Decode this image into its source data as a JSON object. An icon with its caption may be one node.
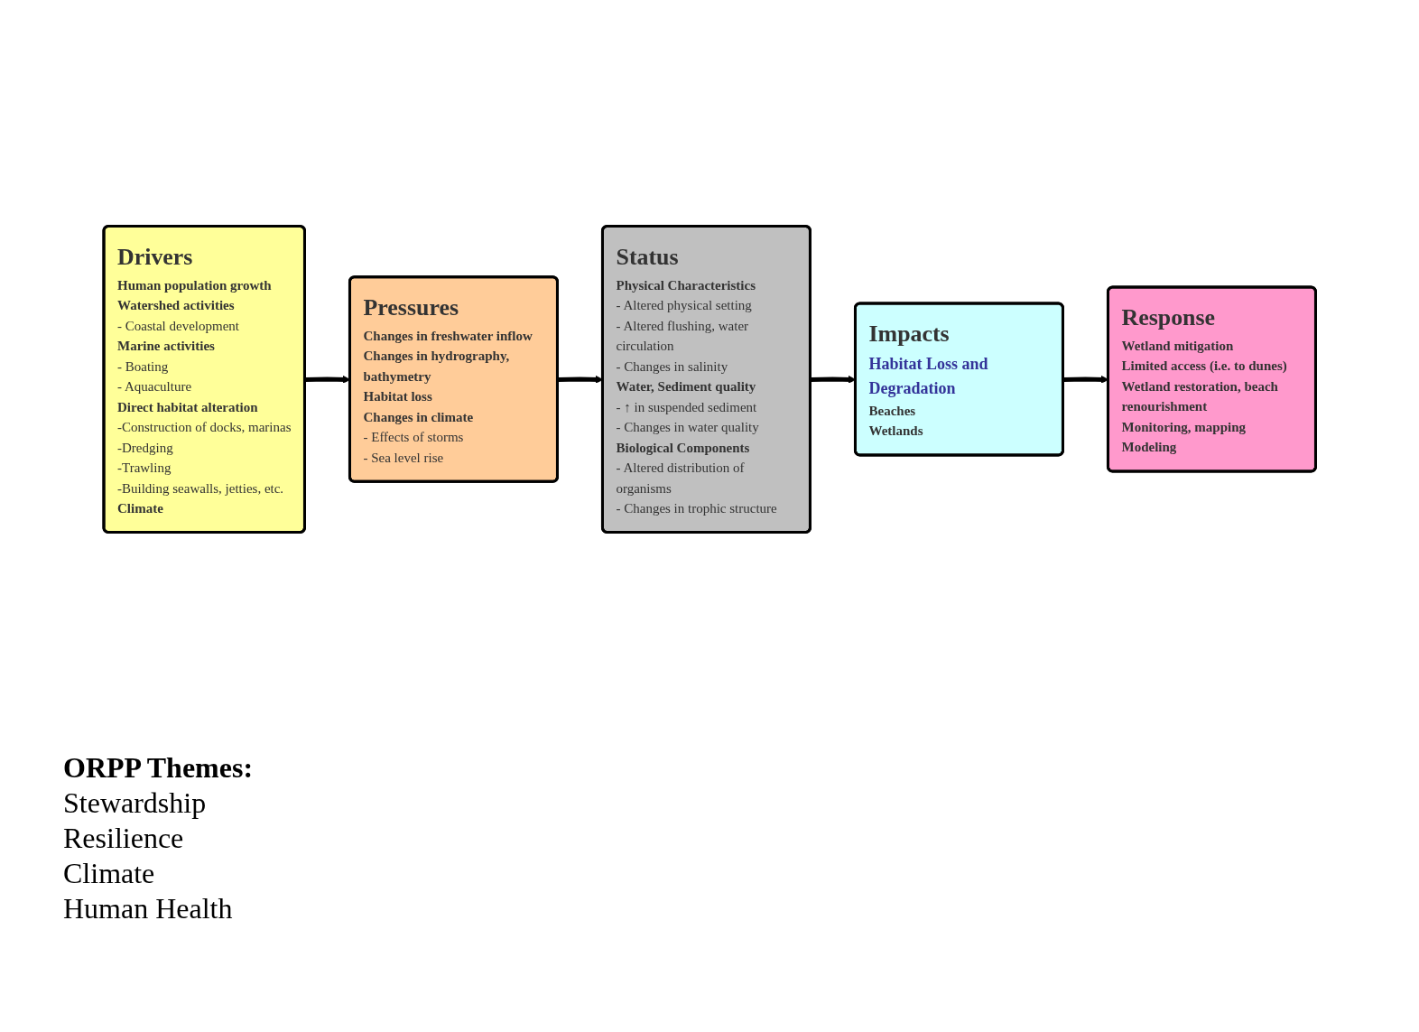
{
  "diagram": {
    "nodes": [
      {
        "text": [
          "Drivers",
          "Human population growth",
          "Watershed activities",
          "- Coastal development",
          "Marine activities",
          "- Boating",
          "- Aquaculture",
          "Direct habitat alteration",
          "-Construction of docks, marinas",
          "-Dredging",
          "-Trawling",
          "-Building seawalls, jetties, etc.",
          "Climate"
        ]
      },
      {
        "text": [
          "Pressures",
          "Changes in freshwater inflow",
          "Changes in hydrography, bathymetry",
          "Habitat loss",
          "Changes in climate",
          "- Effects of storms",
          "- Sea level rise"
        ]
      },
      {
        "text": [
          "Status",
          "Physical Characteristics",
          "- Altered physical setting",
          "- Altered flushing, water circulation",
          "- Changes in salinity",
          "Water, Sediment quality",
          "- ↑ in suspended sediment",
          "- Changes in water quality",
          "Biological Components",
          "- Altered distribution of organisms",
          "- Changes in trophic structure"
        ]
      },
      {
        "text": [
          "Impacts",
          "Habitat Loss and Degradation",
          "Beaches",
          "Wetlands"
        ]
      },
      {
        "text": [
          "Response",
          "Wetland mitigation",
          "Limited access (i.e. to dunes)",
          "Wetland restoration, beach renourishment",
          "Monitoring, mapping",
          "Modeling"
        ]
      }
    ],
    "edges": [
      {
        "from": 0,
        "to": 1,
        "arrow": "to"
      },
      {
        "from": 1,
        "to": 2,
        "arrow": "to"
      },
      {
        "from": 2,
        "to": 3,
        "arrow": "to"
      },
      {
        "from": 3,
        "to": 4,
        "arrow": "to"
      }
    ],
    "labels": [
      "ORPP Themes:",
      "Stewardship",
      "Resilience",
      "Climate",
      "Human Health"
    ]
  }
}
